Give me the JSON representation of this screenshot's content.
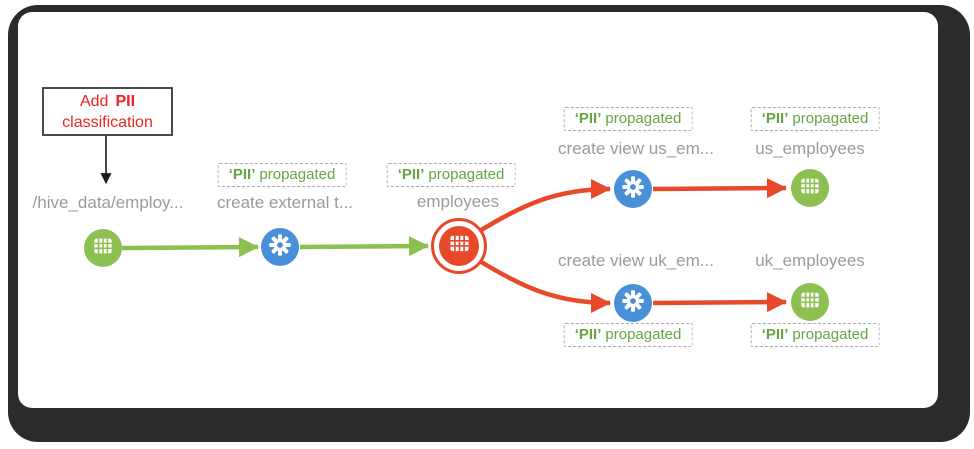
{
  "colors": {
    "dataset_green": "#8cc152",
    "process_blue": "#4a90d9",
    "highlight_orange": "#e8492b",
    "label_gray": "#9b9b9b",
    "pii_green": "#67a445",
    "annotation_red": "#ee2222",
    "frame_dark": "#2b2b2b"
  },
  "annotation": {
    "prefix": "Add",
    "tag": "PII",
    "line2": "classification"
  },
  "nodes": [
    {
      "id": "hdfs_path",
      "label": "/hive_data/employ...",
      "type": "dataset",
      "icon": "table-icon",
      "color": "green"
    },
    {
      "id": "create_external_table",
      "label": "create external t...",
      "type": "process",
      "icon": "gear-icon",
      "color": "blue"
    },
    {
      "id": "employees",
      "label": "employees",
      "type": "dataset",
      "icon": "table-icon",
      "color": "orange",
      "highlighted": true
    },
    {
      "id": "create_view_us",
      "label": "create view us_em...",
      "type": "process",
      "icon": "gear-icon",
      "color": "blue"
    },
    {
      "id": "us_employees",
      "label": "us_employees",
      "type": "dataset",
      "icon": "table-icon",
      "color": "green"
    },
    {
      "id": "create_view_uk",
      "label": "create view uk_em...",
      "type": "process",
      "icon": "gear-icon",
      "color": "blue"
    },
    {
      "id": "uk_employees",
      "label": "uk_employees",
      "type": "dataset",
      "icon": "table-icon",
      "color": "green"
    }
  ],
  "badges": [
    {
      "tag": "‘PII’",
      "suffix": "propagated",
      "attached_to": "create_external_table",
      "position": "above"
    },
    {
      "tag": "‘PII’",
      "suffix": "propagated",
      "attached_to": "employees",
      "position": "above"
    },
    {
      "tag": "‘PII’",
      "suffix": "propagated",
      "attached_to": "create_view_us",
      "position": "above"
    },
    {
      "tag": "‘PII’",
      "suffix": "propagated",
      "attached_to": "us_employees",
      "position": "above"
    },
    {
      "tag": "‘PII’",
      "suffix": "propagated",
      "attached_to": "create_view_uk",
      "position": "below"
    },
    {
      "tag": "‘PII’",
      "suffix": "propagated",
      "attached_to": "uk_employees",
      "position": "below"
    }
  ],
  "edges": [
    {
      "from": "hdfs_path",
      "to": "create_external_table",
      "color": "green"
    },
    {
      "from": "create_external_table",
      "to": "employees",
      "color": "green"
    },
    {
      "from": "employees",
      "to": "create_view_us",
      "color": "orange"
    },
    {
      "from": "employees",
      "to": "create_view_uk",
      "color": "orange"
    },
    {
      "from": "create_view_us",
      "to": "us_employees",
      "color": "orange"
    },
    {
      "from": "create_view_uk",
      "to": "uk_employees",
      "color": "orange"
    }
  ]
}
